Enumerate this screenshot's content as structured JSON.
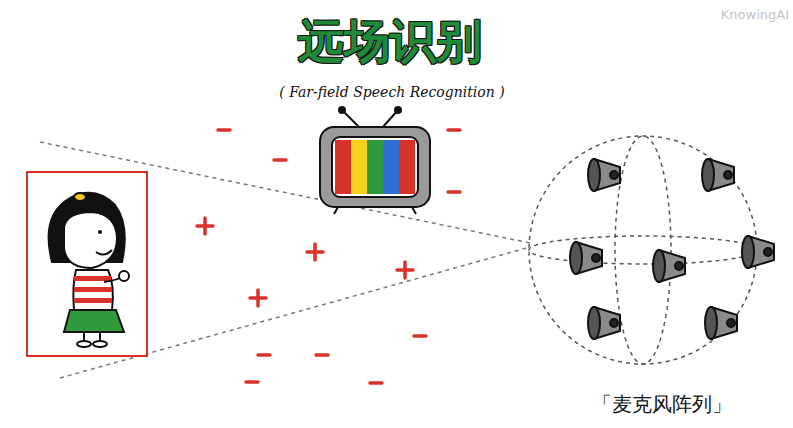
{
  "diagram": {
    "title": "远场识别",
    "labels": [
      "( Far-field Speech Recognition )",
      "「麦克风阵列」",
      "KnowingAI"
    ]
  }
}
